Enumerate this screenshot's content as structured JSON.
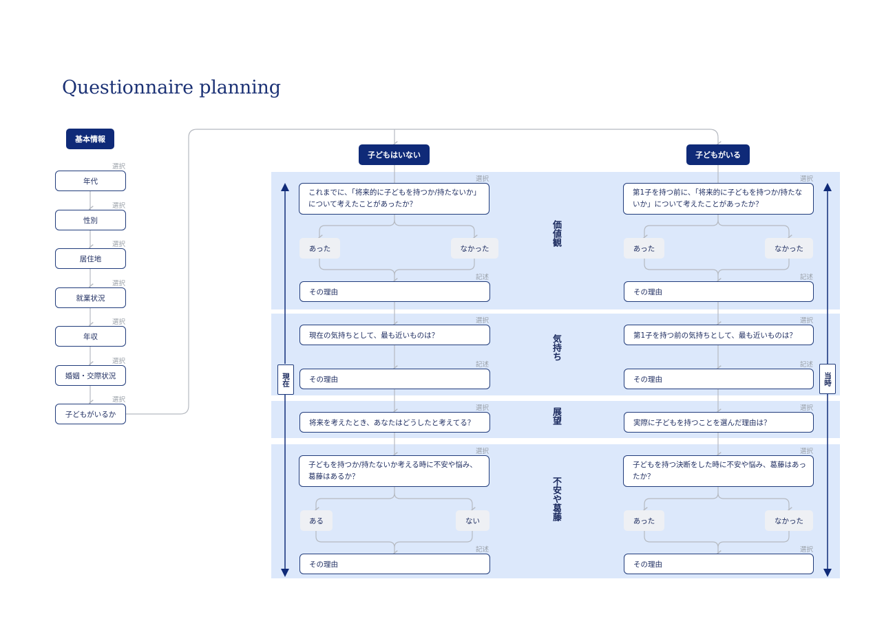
{
  "title": "Questionnaire planning",
  "colors": {
    "navy": "#0f2a78",
    "band": "#dce8fb",
    "connector": "#b5b9c0",
    "tag": "#9aa0a8"
  },
  "basic": {
    "header": "基本情報",
    "tag": "選択",
    "items": [
      "年代",
      "性別",
      "居住地",
      "就業状況",
      "年収",
      "婚姻・交際状況",
      "子どもがいるか"
    ]
  },
  "branches": {
    "no_children": "子どもはいない",
    "has_children": "子どもがいる"
  },
  "tags": {
    "select": "選択",
    "describe": "記述"
  },
  "time_labels": {
    "present": "現在",
    "then": "当時"
  },
  "sections": {
    "values": "価値観",
    "feelings": "気持ち",
    "outlook": "展望",
    "anxiety": "不安や葛藤"
  },
  "left": {
    "q1": "これまでに、「将来的に子どもを持つか/持たないか」について考えたことがあったか？",
    "q1_yes": "あった",
    "q1_no": "なかった",
    "q1_reason": "その理由",
    "q2": "現在の気持ちとして、最も近いものは？",
    "q2_reason": "その理由",
    "q3": "将来を考えたとき、あなたはどうしたと考えてる？",
    "q4": "子どもを持つか/持たないか考える時に不安や悩み、葛藤はあるか？",
    "q4_yes": "ある",
    "q4_no": "ない",
    "q4_reason": "その理由"
  },
  "right": {
    "q1": "第1子を持つ前に、「将来的に子どもを持つか/持たないか」について考えたことがあったか？",
    "q1_yes": "あった",
    "q1_no": "なかった",
    "q1_reason": "その理由",
    "q2": "第1子を持つ前の気持ちとして、最も近いものは？",
    "q2_reason": "その理由",
    "q3": "実際に子どもを持つことを選んだ理由は？",
    "q4": "子どもを持つ決断をした時に不安や悩み、葛藤はあったか？",
    "q4_yes": "あった",
    "q4_no": "なかった",
    "q4_reason": "その理由"
  }
}
